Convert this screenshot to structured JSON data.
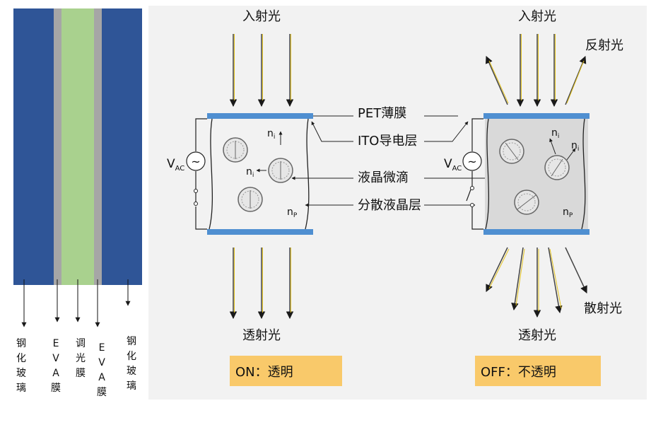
{
  "left_panel": {
    "labels": [
      {
        "id": "glass-left",
        "text": "钢化玻璃"
      },
      {
        "id": "eva-left",
        "text": "EVA膜"
      },
      {
        "id": "film",
        "text": "调光膜"
      },
      {
        "id": "eva-right",
        "text": "EVA膜"
      },
      {
        "id": "glass-right",
        "text": "钢化玻璃"
      }
    ],
    "colors": {
      "glass": "#2f5597",
      "eva": "#a6a6a6",
      "film": "#a9d18e"
    }
  },
  "on_state": {
    "incident": "入射光",
    "transmitted": "透射光",
    "voltage": "V",
    "voltage_sub": "AC",
    "n_index_1": "n",
    "n_index_1_sub": "i",
    "n_index_2": "n",
    "n_index_2_sub": "i",
    "n_p": "n",
    "n_p_sub": "P",
    "caption": "ON：透明"
  },
  "off_state": {
    "incident": "入射光",
    "reflected": "反射光",
    "scattered": "散射光",
    "transmitted": "透射光",
    "voltage": "V",
    "voltage_sub": "AC",
    "n_index_1": "n",
    "n_index_1_sub": "i",
    "n_index_2": "n",
    "n_index_2_sub": "i",
    "n_p": "n",
    "n_p_sub": "P",
    "caption": "OFF：不透明"
  },
  "center_labels": {
    "pet": "PET薄膜",
    "ito": "ITO导电层",
    "droplet": "液晶微滴",
    "pdlc": "分散液晶层"
  },
  "colors": {
    "panel_bg": "#f2f2f2",
    "electrode": "#4f8fd1",
    "caption_bg": "#f9c96a",
    "arrow_yellow": "#e3c21e",
    "off_fill": "#d9d9d9"
  }
}
